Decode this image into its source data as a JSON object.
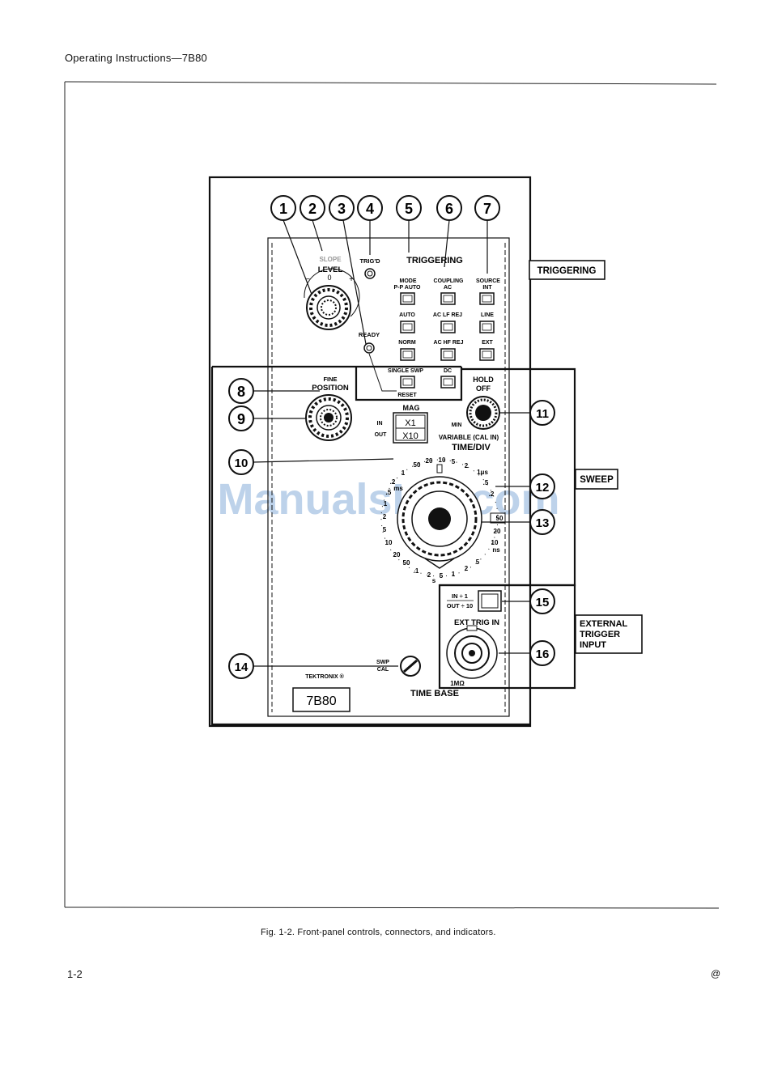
{
  "page": {
    "header": "Operating Instructions—7B80",
    "page_number": "1-2",
    "footer_mark": "@",
    "caption": "Fig. 1-2.  Front-panel controls, connectors, and indicators.",
    "watermark": "ManualsLib.com"
  },
  "callouts": [
    "1",
    "2",
    "3",
    "4",
    "5",
    "6",
    "7",
    "8",
    "9",
    "10",
    "11",
    "12",
    "13",
    "14",
    "15",
    "16"
  ],
  "section_labels": {
    "triggering": "TRIGGERING",
    "sweep": "SWEEP",
    "external_line1": "EXTERNAL",
    "external_line2": "TRIGGER",
    "external_line3": "INPUT"
  },
  "panel": {
    "slope": "SLOPE",
    "level": "LEVEL",
    "minus": "−",
    "zero": "0",
    "plus": "+",
    "trigd": "TRIG'D",
    "ready": "READY",
    "triggering_title": "TRIGGERING",
    "mode": "MODE",
    "p_p_auto": "P-P AUTO",
    "auto": "AUTO",
    "norm": "NORM",
    "single_swp": "SINGLE SWP",
    "reset": "RESET",
    "coupling": "COUPLING",
    "ac": "AC",
    "ac_lf_rej": "AC LF REJ",
    "ac_hf_rej": "AC HF REJ",
    "dc": "DC",
    "source": "SOURCE",
    "int": "INT",
    "line": "LINE",
    "ext": "EXT",
    "fine": "FINE",
    "position": "POSITION",
    "mag": "MAG",
    "in": "IN",
    "out": "OUT",
    "x1": "X1",
    "x10": "X10",
    "hold": "HOLD",
    "off": "OFF",
    "min": "MIN",
    "variable": "VARIABLE (CAL IN)",
    "time_div": "TIME/DIV",
    "ms": "ms",
    "us": "1μs",
    "ns": "ns",
    "s": "s",
    "in_div1": "IN ÷ 1",
    "out_div10": "OUT ÷ 10",
    "ext_trig_in": "EXT TRIG IN",
    "one_mohm": "1MΩ",
    "swp": "SWP",
    "cal": "CAL",
    "tektronix": "TEKTRONIX ®",
    "model": "7B80",
    "time_base": "TIME BASE"
  },
  "dial_labels": {
    "ms_side": [
      "50",
      "20",
      "10",
      "5",
      "2",
      ".1"
    ],
    "outer_top": [
      "1",
      "50",
      "20",
      "10",
      "5",
      "2",
      "1",
      ".5",
      ".2"
    ],
    "left": [
      ".2",
      ".5",
      "1",
      "2",
      "5",
      "10",
      "20",
      "50",
      ".1"
    ],
    "bottom": [
      "2",
      "5",
      ".1",
      "1",
      "2",
      "5"
    ],
    "ns_side": [
      "50",
      "20",
      "10"
    ]
  }
}
